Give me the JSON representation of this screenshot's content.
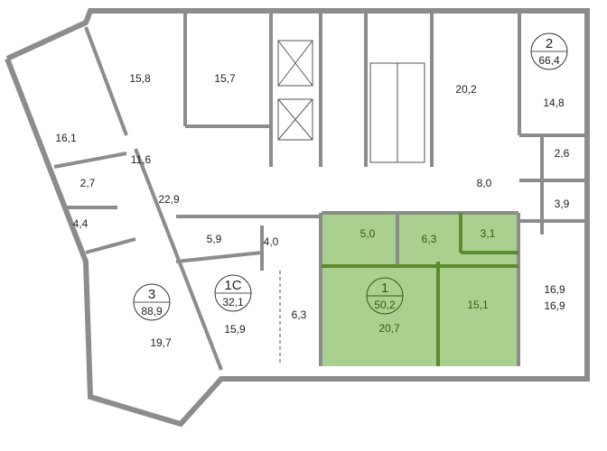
{
  "colors": {
    "highlight_fill": "#a9d08e",
    "highlight_text": "#2f5d12",
    "wall": "#8c8c8c"
  },
  "apartments": [
    {
      "number": "2",
      "area": "66,4"
    },
    {
      "number": "1C",
      "area": "32,1"
    },
    {
      "number": "3",
      "area": "88,9"
    },
    {
      "number": "1",
      "area": "50,2",
      "highlighted": true
    }
  ],
  "rooms": {
    "r161": "16,1",
    "r158": "15,8",
    "r157": "15,7",
    "r202": "20,2",
    "r148": "14,8",
    "r116": "11,6",
    "r27": "2,7",
    "r44": "4,4",
    "r229": "22,9",
    "r59": "5,9",
    "r40": "4,0",
    "r159": "15,9",
    "r63a": "6,3",
    "r197": "19,7",
    "r80": "8,0",
    "r26": "2,6",
    "r39": "3,9",
    "r169a": "16,9",
    "r169b": "16,9"
  },
  "highlighted_rooms": {
    "r50": "5,0",
    "r63": "6,3",
    "r31": "3,1",
    "r151": "15,1",
    "r207": "20,7"
  }
}
